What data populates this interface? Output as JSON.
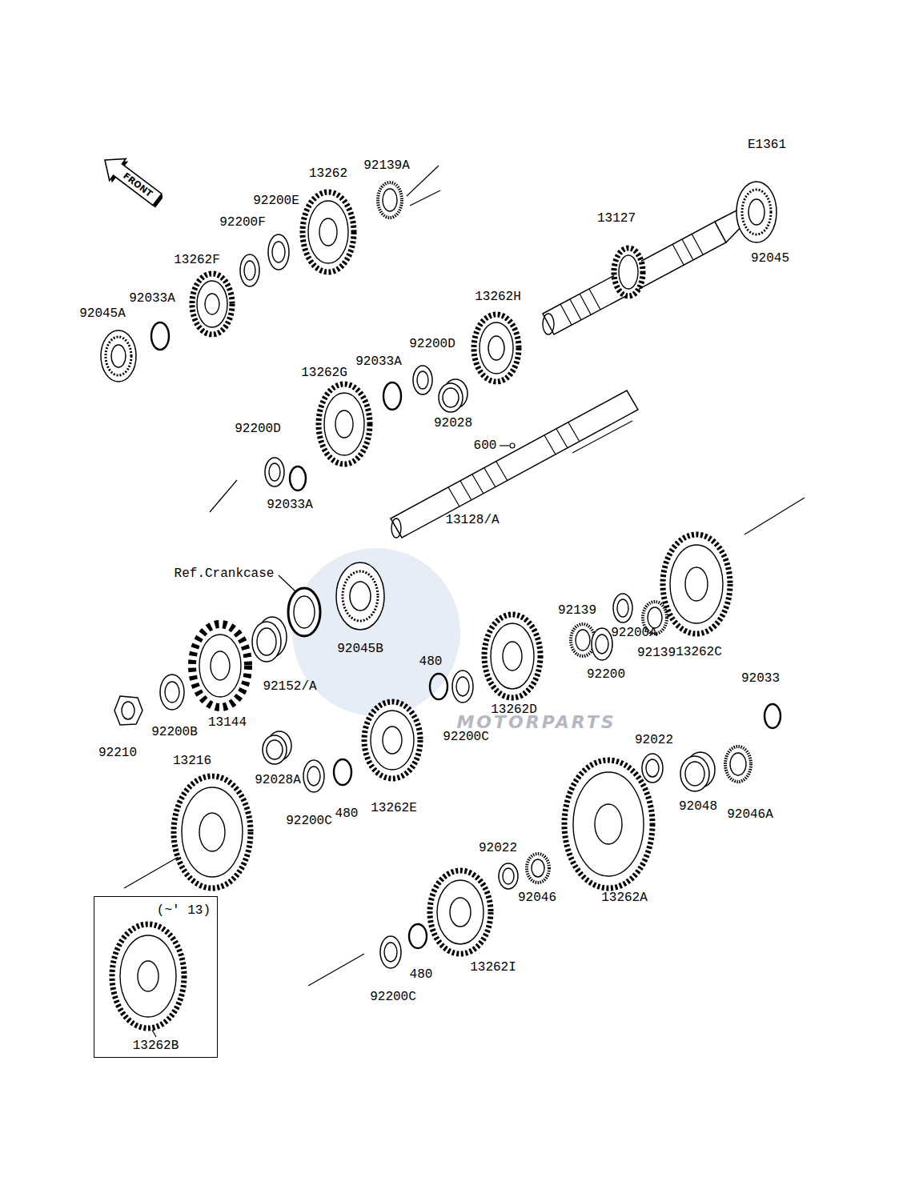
{
  "diagram": {
    "nodes": [
      {
        "text": [
          "FRONT"
        ]
      },
      {
        "text": [
          "(~' 13)",
          "13262B"
        ]
      }
    ],
    "labels": [
      "E1361",
      "13262",
      "92139A",
      "13127",
      "92045",
      "92200E",
      "92200F",
      "13262F",
      "92033A",
      "92045A",
      "13262H",
      "92200D",
      "92033A",
      "13262G",
      "92028",
      "600",
      "92200D",
      "92033A",
      "Ref.Crankcase",
      "13128/A",
      "92045B",
      "92139",
      "92200A",
      "92139",
      "13262C",
      "92200",
      "92152/A",
      "480",
      "13262D",
      "92200C",
      "92033",
      "13144",
      "92200B",
      "92210",
      "13216",
      "92028A",
      "92200C",
      "480",
      "13262E",
      "92022",
      "92048",
      "92046A",
      "92022",
      "92046",
      "13262A",
      "13262I",
      "480",
      "92200C",
      "MOTORPARTS"
    ]
  }
}
